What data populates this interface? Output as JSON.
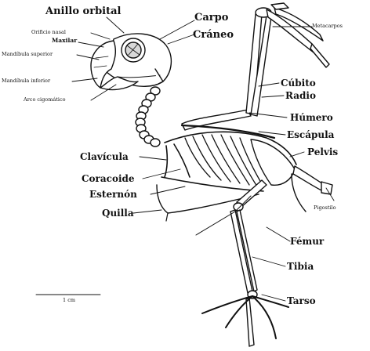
{
  "labels": {
    "anillo_orbital": "Anillo orbital",
    "orificio_nasal": "Orificio nasal",
    "maxilar": "Maxilar",
    "mandibula_superior": "Mandíbula superior",
    "mandibula_inferior": "Mandíbula inferior",
    "arco_cigomatico": "Arco cigomático",
    "carpo": "Carpo",
    "craneo": "Cráneo",
    "metacarpos": "Metacarpos",
    "cubito": "Cúbito",
    "radio": "Radio",
    "humero": "Húmero",
    "escapula": "Escápula",
    "pelvis": "Pelvis",
    "clavicula": "Clavícula",
    "coracoides": "Coracoide",
    "esternon": "Esternón",
    "quilla": "Quilla",
    "pigostilo": "Pigostilo",
    "femur": "Fémur",
    "tibia": "Tibia",
    "tarso": "Tarso",
    "scale": "1 cm"
  },
  "colors": {
    "ink": "#111111",
    "bone": "#ffffff",
    "shade": "#d8d8d8"
  }
}
